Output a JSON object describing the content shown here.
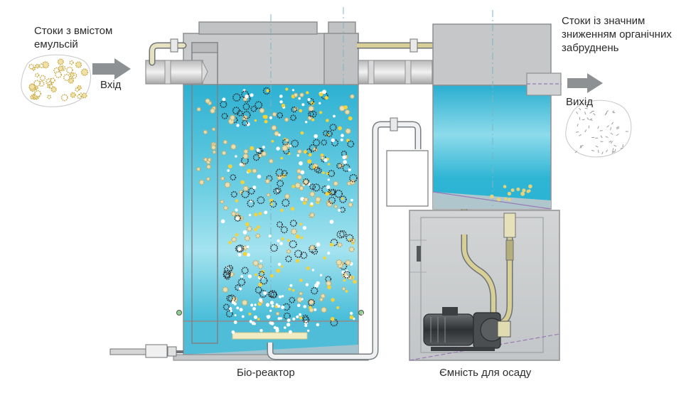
{
  "labels": {
    "inlet_description": "Стоки з вмістом емульсій",
    "inlet_arrow": "Вхід",
    "outlet_description": "Стоки із значним зниженням органічних забруднень",
    "outlet_arrow": "Вихід",
    "bioreactor": "Біо-реактор",
    "sludge_tank": "Ємність для осаду"
  },
  "colors": {
    "water": "#2fb8d6",
    "water_light": "#9fe0ee",
    "tank_wall": "#a9acae",
    "tank_fill": "#d9dbdc",
    "pipe": "#c9c28a",
    "arrow": "#8e9193",
    "pump": "#3a3d40"
  }
}
